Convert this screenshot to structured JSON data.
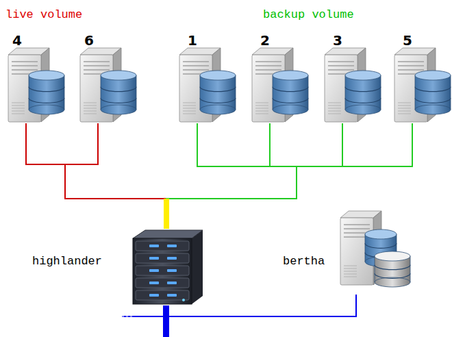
{
  "diagram": {
    "nodes": [
      {
        "text": [
          "4"
        ]
      },
      {
        "text": [
          "6"
        ]
      },
      {
        "text": [
          "1"
        ]
      },
      {
        "text": [
          "2"
        ]
      },
      {
        "text": [
          "3"
        ]
      },
      {
        "text": [
          "5"
        ]
      },
      {
        "text": [
          "highlander"
        ]
      },
      {
        "text": [
          "bertha"
        ]
      }
    ],
    "edges": [
      {
        "from": 0,
        "to": 6,
        "arrow": "none"
      },
      {
        "from": 1,
        "to": 6,
        "arrow": "none"
      },
      {
        "from": 2,
        "to": 6,
        "arrow": "none"
      },
      {
        "from": 3,
        "to": 6,
        "arrow": "none"
      },
      {
        "from": 4,
        "to": 6,
        "arrow": "none"
      },
      {
        "from": 5,
        "to": 6,
        "arrow": "none"
      },
      {
        "from": 6,
        "to": 7,
        "arrow": "none"
      }
    ],
    "labels": [
      "live volume",
      "backup volume"
    ]
  }
}
